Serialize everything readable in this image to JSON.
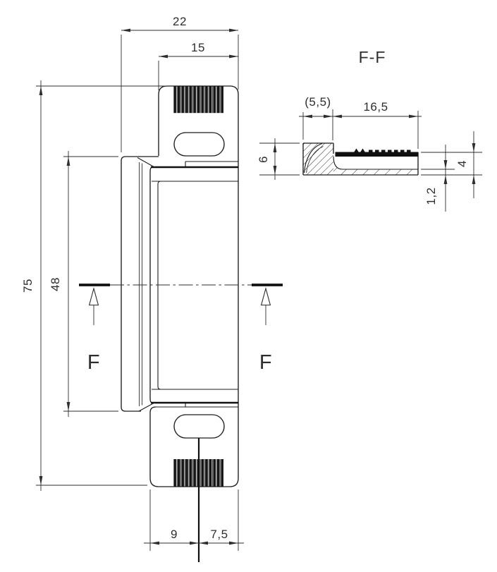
{
  "colors": {
    "ink": "#1c1c1c",
    "dim_line": "#2e2e2e",
    "background": "#ffffff"
  },
  "front_view": {
    "dim_overall_width": "22",
    "dim_tab_width": "15",
    "dim_overall_height": "75",
    "dim_keeper_height": "48",
    "dim_bottom_left": "9",
    "dim_bottom_right": "7,5",
    "cut_label_left": "F",
    "cut_label_right": "F"
  },
  "section_view": {
    "title": "F-F",
    "dim_lip_width": "(5,5)",
    "dim_floor_width": "16,5",
    "dim_lip_height": "6",
    "dim_total_thickness": "4",
    "dim_floor_thickness": "1,2"
  }
}
